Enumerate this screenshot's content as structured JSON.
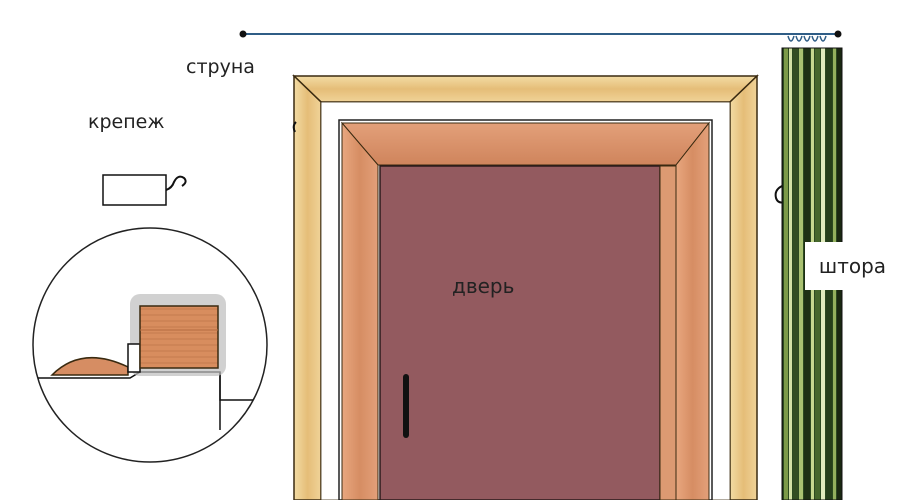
{
  "labels": {
    "string": "струна",
    "fastener": "крепеж",
    "door": "дверь",
    "curtain": "штора"
  },
  "colors": {
    "string_line": "#2f5d86",
    "frame_wood": "#e9c78a",
    "frame_outline": "#3a2a10",
    "casing_wood": "#d9936a",
    "door_panel": "#935a5f",
    "handle": "#111111",
    "curtain_dark": "#263a1c",
    "curtain_light": "#bcd08a"
  },
  "icons": {
    "fastener": "fastener-bracket-icon",
    "detail": "magnified-detail-circle"
  }
}
